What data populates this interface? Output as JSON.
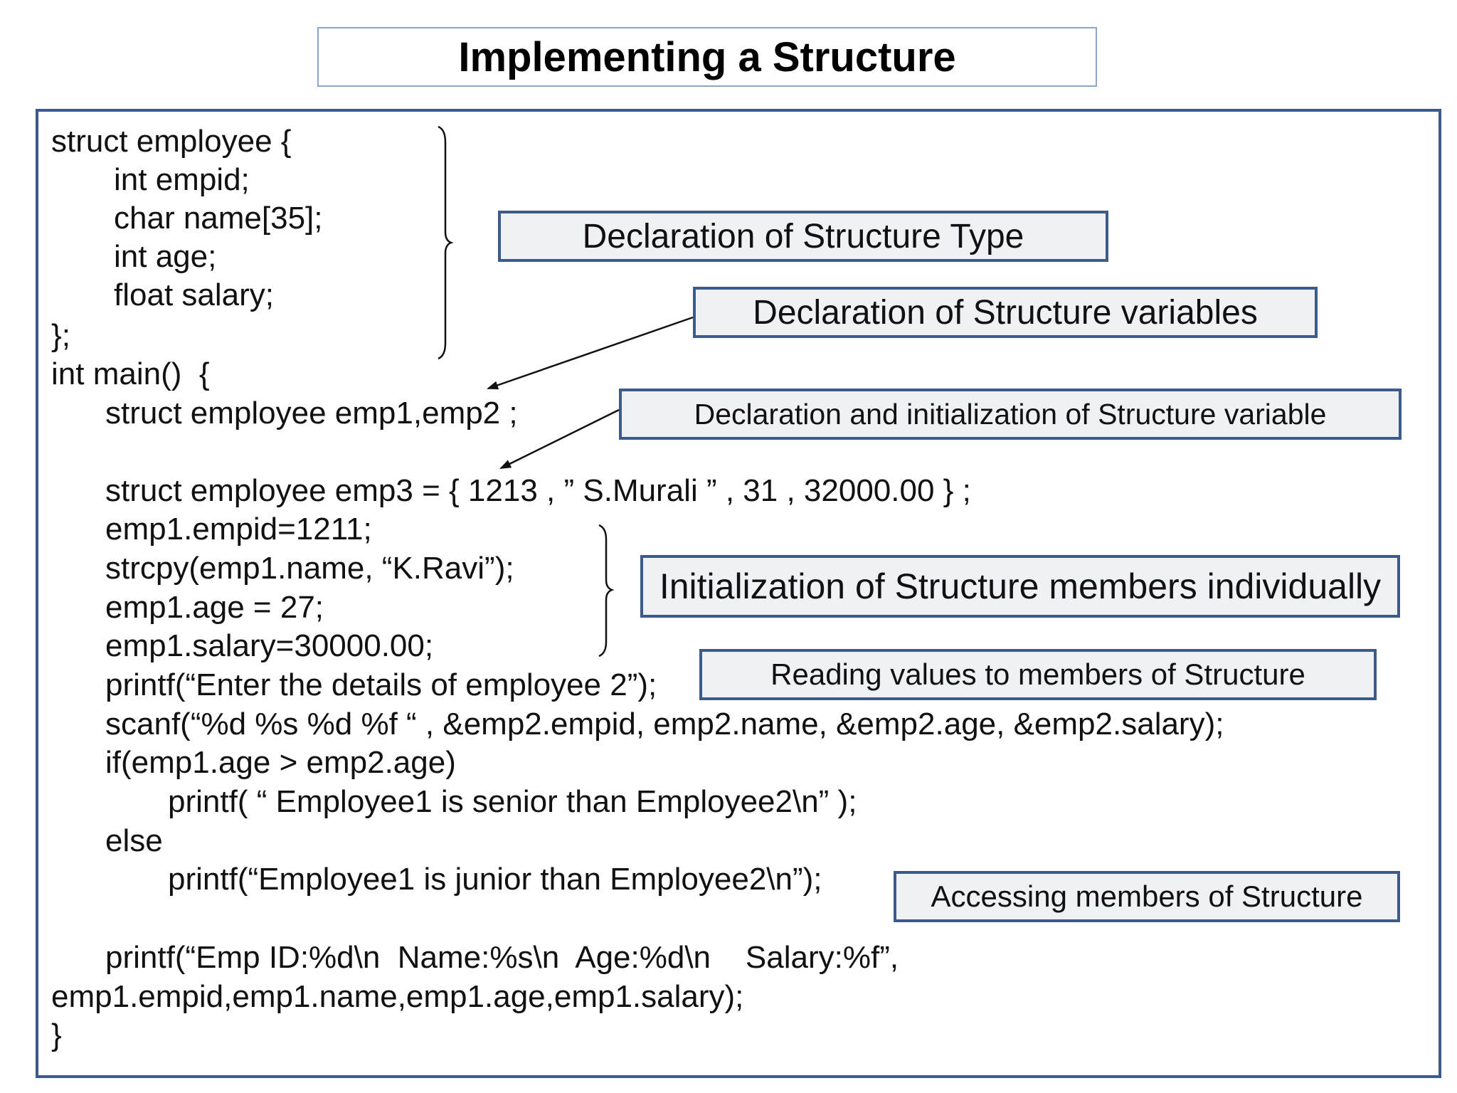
{
  "title": "Implementing a Structure",
  "code": [
    "struct employee {",
    "int empid;",
    "char name[35];",
    "int age;",
    "float salary;",
    "};",
    "int main()  {",
    "struct employee emp1,emp2 ;",
    "struct employee emp3 = { 1213 , ” S.Murali ” , 31 , 32000.00 } ;",
    "emp1.empid=1211;",
    "strcpy(emp1.name, “K.Ravi”);",
    "emp1.age = 27;",
    "emp1.salary=30000.00;",
    "printf(“Enter the details of employee 2”);",
    "scanf(“%d %s %d %f “ , &emp2.empid, emp2.name, &emp2.age, &emp2.salary);",
    "if(emp1.age > emp2.age)",
    "printf( “ Employee1 is senior than Employee2\\n” );",
    "else",
    "printf(“Employee1 is junior than Employee2\\n”);",
    "printf(“Emp ID:%d\\n  Name:%s\\n  Age:%d\\n    Salary:%f”,",
    "emp1.empid,emp1.name,emp1.age,emp1.salary);",
    "}"
  ],
  "labels": {
    "struct_type": "Declaration of Structure Type",
    "struct_vars": "Declaration of Structure variables",
    "decl_init": "Declaration and initialization of Structure variable",
    "init_members": "Initialization of Structure members individually",
    "reading": "Reading values to members of Structure",
    "accessing": "Accessing members of Structure"
  },
  "colors": {
    "border": "#3c5a8a",
    "label_fill": "#f0f1f5",
    "title_border": "#8ea4c8"
  }
}
